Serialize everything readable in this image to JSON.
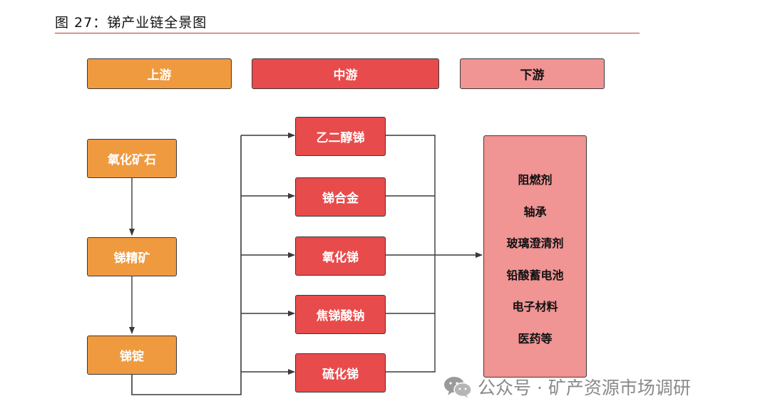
{
  "figure": {
    "title": "图 27：锑产业链全景图"
  },
  "stages": {
    "upstream": "上游",
    "midstream": "中游",
    "downstream": "下游"
  },
  "upstream_chain": [
    "氧化矿石",
    "锑精矿",
    "锑锭"
  ],
  "midstream_products": [
    "乙二醇锑",
    "锑合金",
    "氧化锑",
    "焦锑酸钠",
    "硫化锑"
  ],
  "downstream_applications": [
    "阻燃剂",
    "轴承",
    "玻璃澄清剂",
    "铅酸蓄电池",
    "电子材料",
    "医药等"
  ],
  "watermark": {
    "text": "公众号 · 矿产资源市场调研",
    "icon": "wechat-icon"
  },
  "colors": {
    "upstream": "#ef9a3f",
    "midstream": "#e84b4b",
    "downstream": "#f09494",
    "rule": "#c0392b"
  }
}
